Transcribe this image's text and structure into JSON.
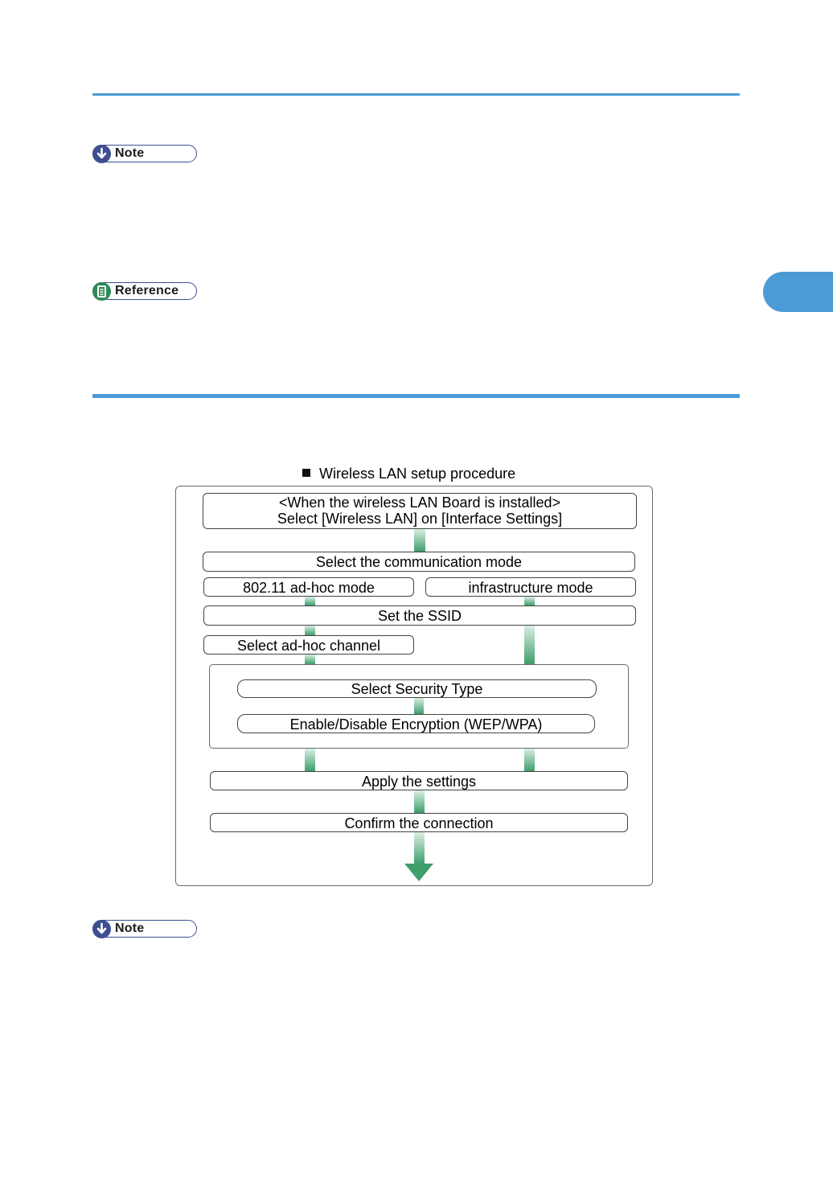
{
  "page": {
    "note_label": "Note",
    "reference_label": "Reference"
  },
  "figure": {
    "caption": "Wireless LAN setup procedure",
    "steps": {
      "board_line1": "<When the wireless LAN Board is installed>",
      "board_line2": "Select [Wireless LAN] on [Interface Settings]",
      "comm_mode": "Select the communication mode",
      "adhoc_mode": "802.11 ad-hoc mode",
      "infra_mode": "infrastructure mode",
      "ssid": "Set the SSID",
      "adhoc_channel": "Select ad-hoc channel",
      "security_type": "Select Security Type",
      "encryption": "Enable/Disable  Encryption (WEP/WPA)",
      "apply": "Apply the settings",
      "confirm": "Confirm the connection"
    }
  },
  "colors": {
    "accent_blue": "#4a9bd6",
    "connector_green": "#3f9e6b",
    "note_icon": "#3d4f8e",
    "reference_icon": "#2f8a5a"
  },
  "icons": {
    "note": "down-arrow-icon",
    "reference": "book-icon",
    "caption_marker": "black-square-icon",
    "flow_end": "down-arrow-icon"
  }
}
